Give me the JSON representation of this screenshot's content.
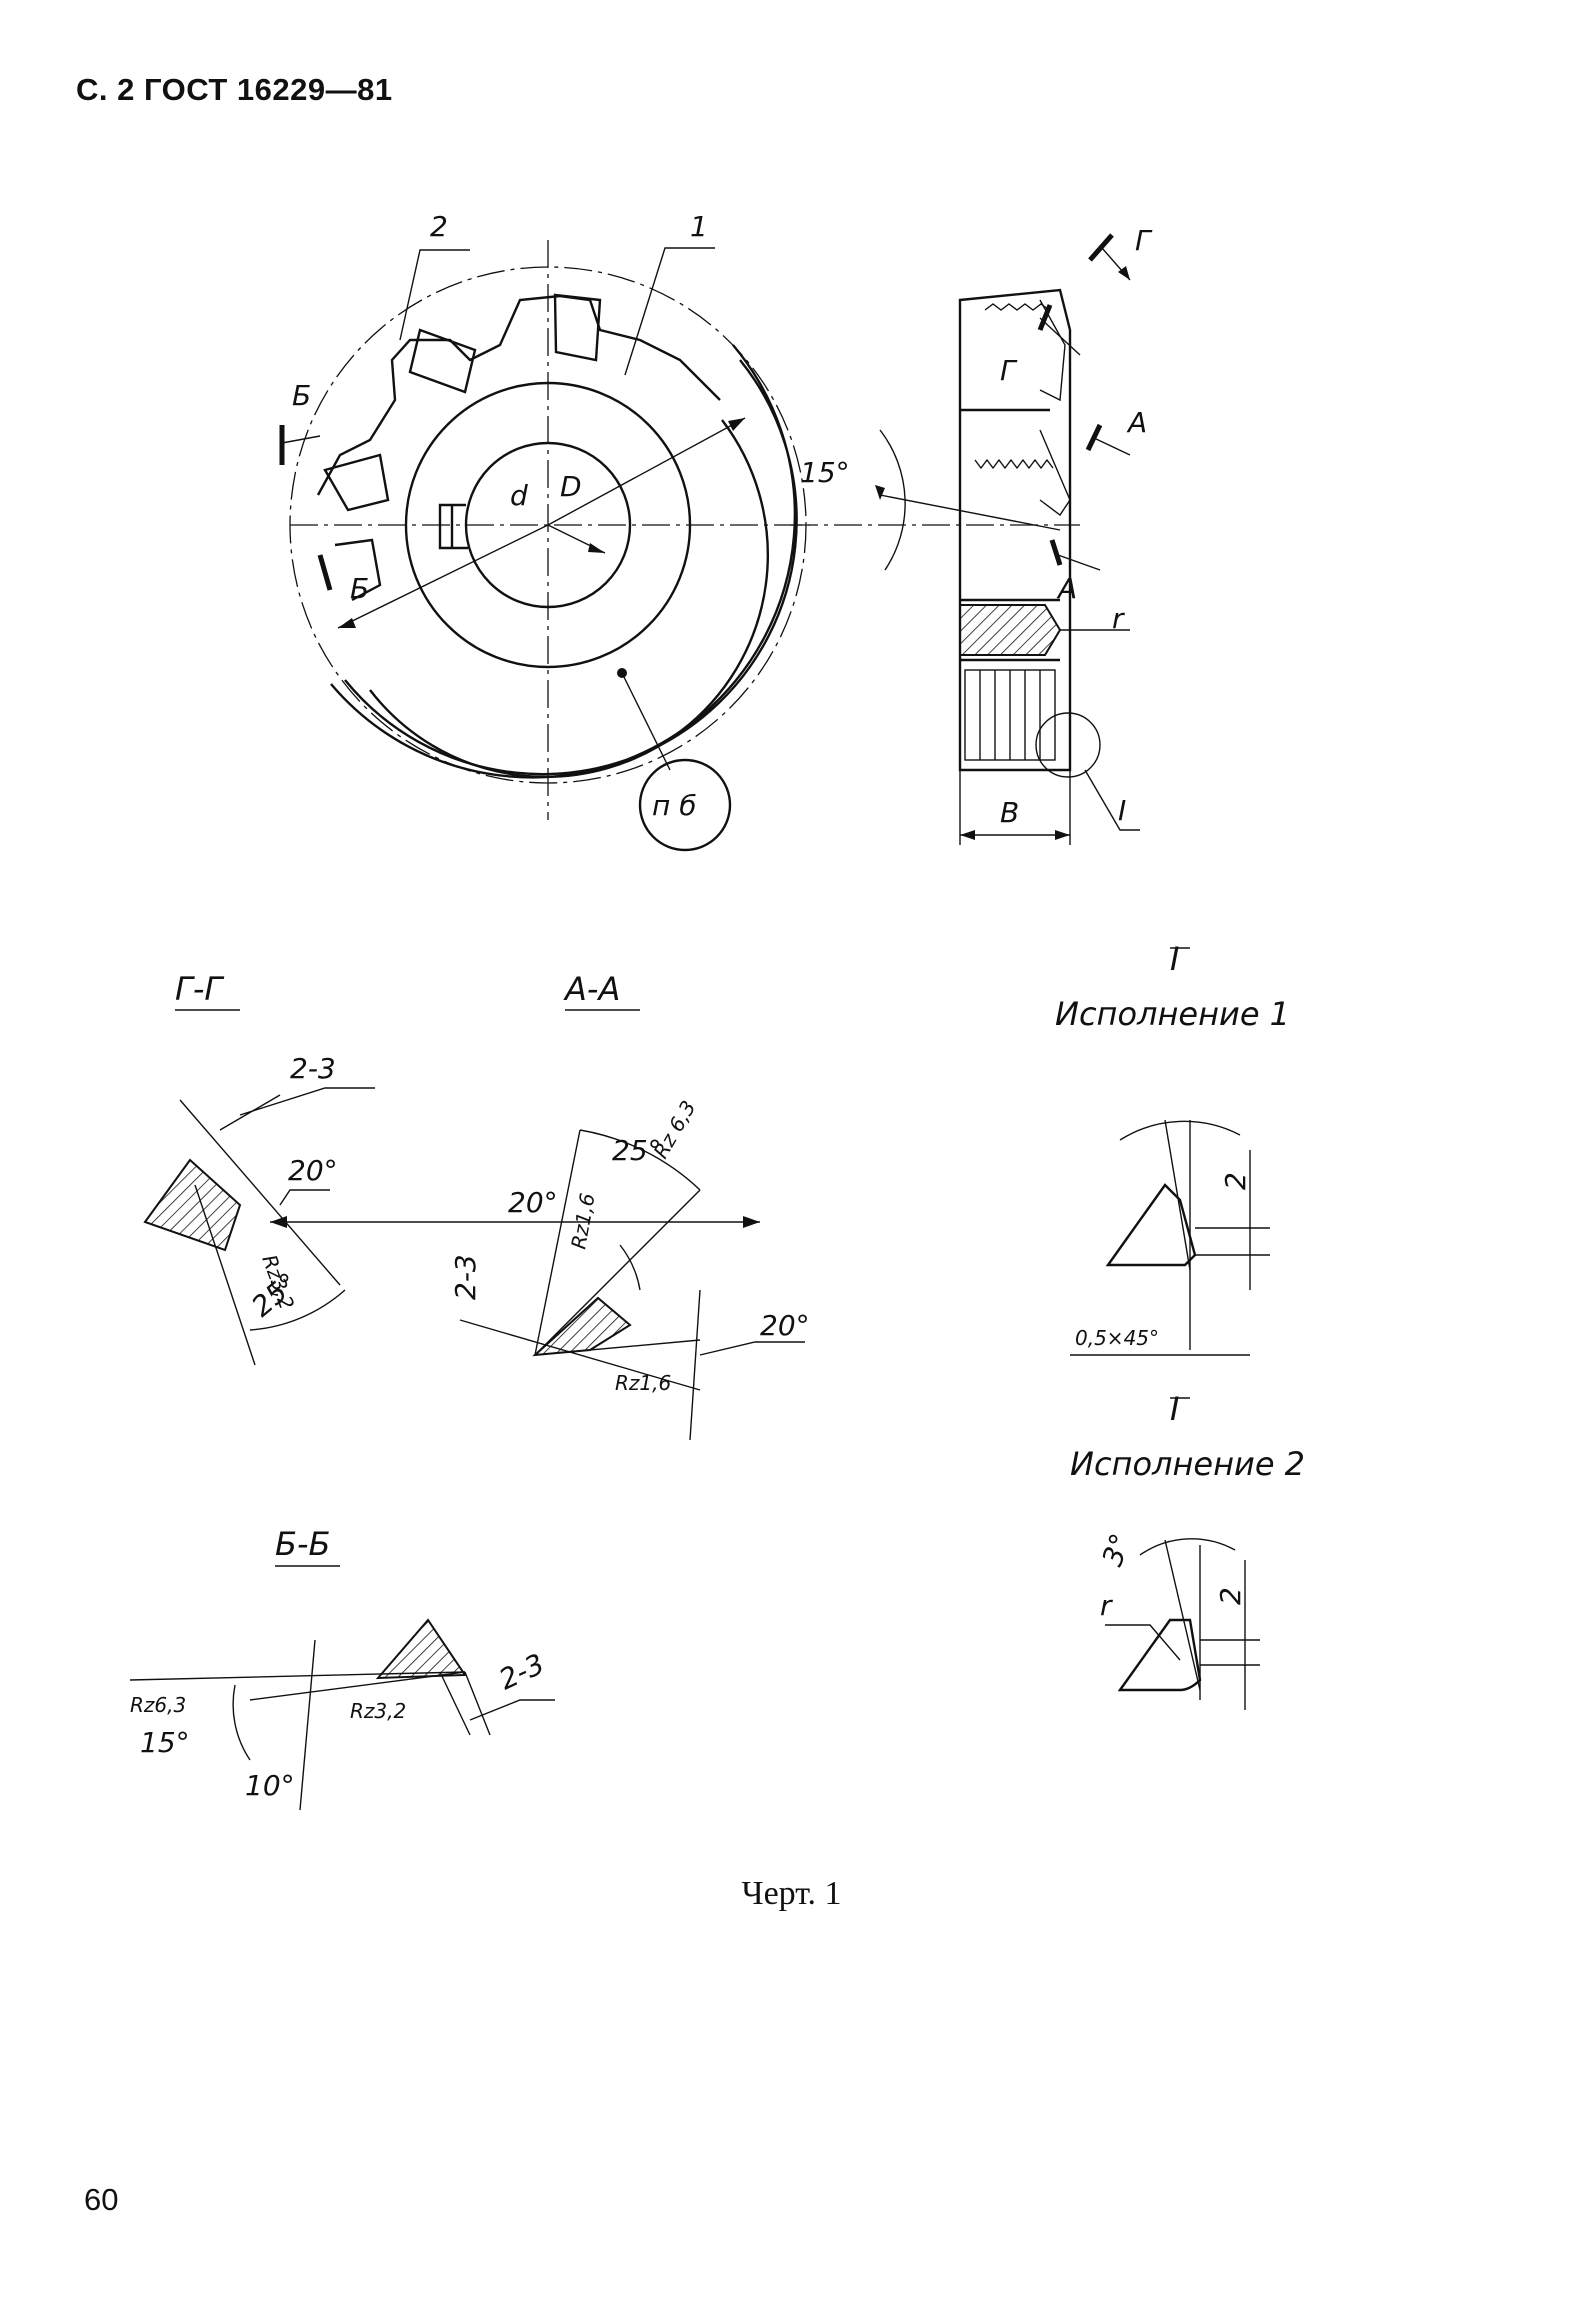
{
  "header": "С. 2 ГОСТ 16229—81",
  "caption": "Черт. 1",
  "page_number": "60",
  "main_view": {
    "callout_1": "1",
    "callout_2": "2",
    "section_b": "Б",
    "section_b_lower": "Б",
    "label_d": "d",
    "label_D": "D",
    "marking_bubble": "п б"
  },
  "side_view": {
    "angle": "15°",
    "section_g": "Г",
    "section_g_inner": "Г",
    "section_a_top": "А",
    "section_a_bottom": "А",
    "width_B": "B",
    "detail_I": "I",
    "dim_r": "r"
  },
  "section_gg": {
    "title": "Г-Г",
    "dim": "2-3",
    "angle_20": "20°",
    "angle_25": "25°",
    "rough": "Rz3,2"
  },
  "section_aa": {
    "title": "А-А",
    "angle_25": "25°",
    "rough_top": "Rz 6,3",
    "rough_mid": "Rz1,6",
    "angle_20_top": "20°",
    "dim": "2-3",
    "angle_20_right": "20°",
    "rough_bottom": "Rz1,6"
  },
  "section_bb": {
    "title": "Б-Б",
    "rough_left": "Rz6,3",
    "angle_15": "15°",
    "angle_10": "10°",
    "rough_mid": "Rz3,2",
    "dim": "2-3"
  },
  "detail_1": {
    "title": "I",
    "subtitle": "Исполнение 1",
    "dim_2": "2",
    "chamfer": "0,5×45°"
  },
  "detail_2": {
    "title": "I",
    "subtitle": "Исполнение 2",
    "angle": "3°",
    "dim_r": "r",
    "dim_2": "2"
  }
}
